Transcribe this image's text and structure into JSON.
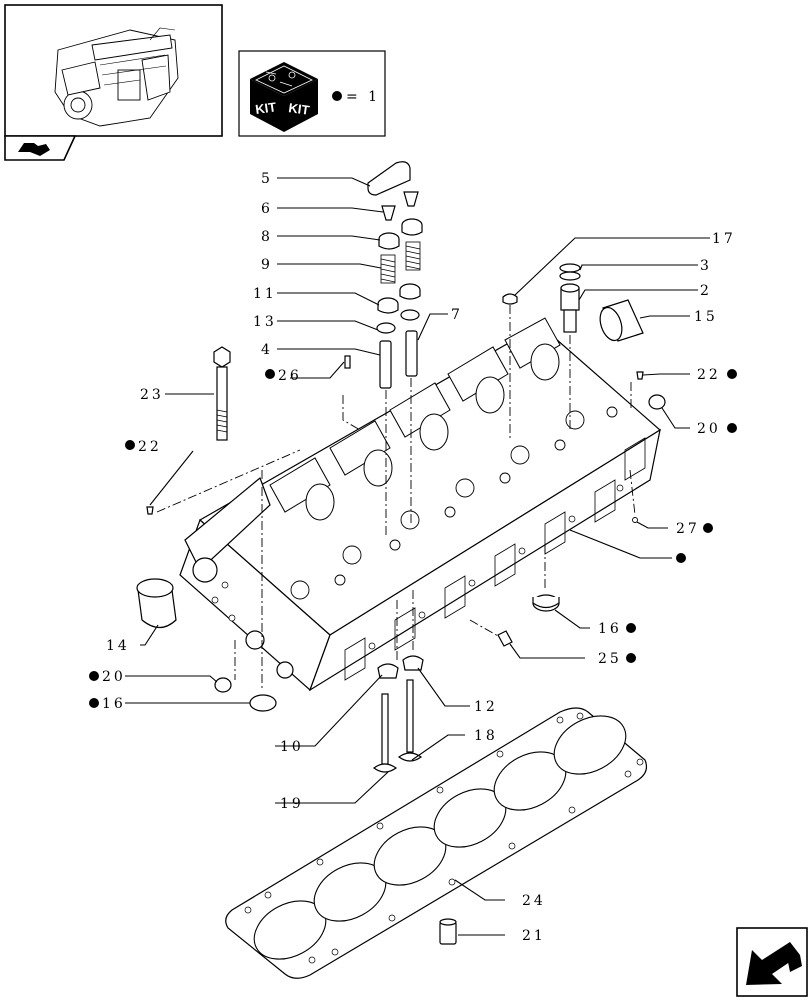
{
  "kit": {
    "label_left": "KIT",
    "label_right": "KIT",
    "equals_text": "= 1"
  },
  "labels": {
    "l5": "5",
    "l6": "6",
    "l8": "8",
    "l9": "9",
    "l11": "11",
    "l13": "13",
    "l4": "4",
    "l7": "7",
    "l17": "17",
    "l3": "3",
    "l2": "2",
    "l15": "15",
    "l23": "23",
    "l26": "26",
    "l22r": "22",
    "l20r": "20",
    "l22l": "22",
    "l27": "27",
    "l14": "14",
    "l16r": "16",
    "l25": "25",
    "l20l": "20",
    "l16l": "16",
    "l12": "12",
    "l10": "10",
    "l18": "18",
    "l19": "19",
    "l24": "24",
    "l21": "21"
  }
}
